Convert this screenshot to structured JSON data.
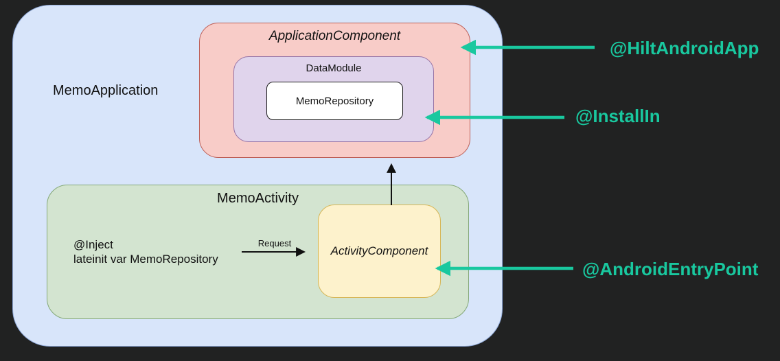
{
  "colors": {
    "background": "#212222",
    "annotation": "#19c89f",
    "app_box_fill": "#d8e5fa",
    "app_box_stroke": "#8fa9d9",
    "component_fill": "#f8ccc8",
    "component_stroke": "#bd5e56",
    "module_fill": "#e0d4ec",
    "module_stroke": "#9673a6",
    "repo_fill": "#ffffff",
    "repo_stroke": "#1a1a1a",
    "activity_fill": "#d3e4d0",
    "activity_stroke": "#84a878",
    "activity_component_fill": "#fdf2cc",
    "activity_component_stroke": "#d6b656",
    "black_arrow": "#111111"
  },
  "diagram": {
    "memo_application": {
      "label": "MemoApplication"
    },
    "application_component": {
      "label": "ApplicationComponent"
    },
    "data_module": {
      "label": "DataModule"
    },
    "memo_repository": {
      "label": "MemoRepository"
    },
    "memo_activity": {
      "label": "MemoActivity"
    },
    "inject_code": {
      "line1": "@Inject",
      "line2": "lateinit var MemoRepository"
    },
    "request_arrow": {
      "label": "Request"
    },
    "activity_component": {
      "label": "ActivityComponent"
    }
  },
  "annotations": [
    {
      "label": "@HiltAndroidApp"
    },
    {
      "label": "@InstallIn"
    },
    {
      "label": "@AndroidEntryPoint"
    }
  ]
}
